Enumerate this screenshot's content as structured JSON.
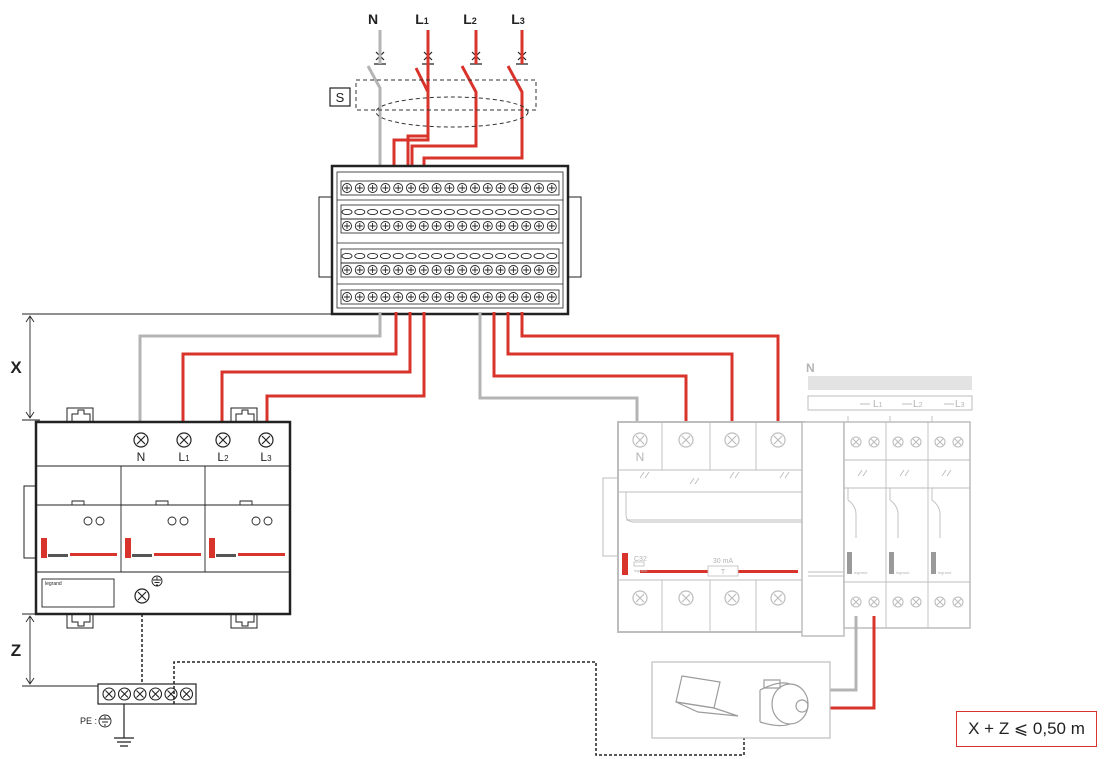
{
  "lines": {
    "neutral": "N",
    "phase1": "L",
    "phase1_sub": "1",
    "phase2": "L",
    "phase2_sub": "2",
    "phase3": "L",
    "phase3_sub": "3"
  },
  "cable_marker": "S",
  "dimensions": {
    "x": "X",
    "z": "Z"
  },
  "spd": {
    "terminals": [
      {
        "label": "N",
        "sub": ""
      },
      {
        "label": "L",
        "sub": "1"
      },
      {
        "label": "L",
        "sub": "2"
      },
      {
        "label": "L",
        "sub": "3"
      }
    ],
    "brand": "legrand"
  },
  "earth_label": "PE :",
  "rcd": {
    "neutral_label": "N",
    "rating": "C32",
    "sensitivity": "30 mA",
    "test_button": "T",
    "brand": "legrand"
  },
  "busbar": {
    "neutral_label": "N",
    "phases": [
      {
        "label": "L",
        "sub": "1"
      },
      {
        "label": "L",
        "sub": "2"
      },
      {
        "label": "L",
        "sub": "3"
      }
    ]
  },
  "mcb_brands": [
    "legrand",
    "legrand",
    "legrand"
  ],
  "formula": "X + Z ⩽ 0,50 m",
  "colors": {
    "phase": "#d9342b",
    "neutral": "#b4b4b4",
    "outline": "#222222",
    "ghost": "#bdbdbd"
  },
  "icons": [
    "laptop-icon",
    "electric-motor-icon",
    "earth-symbol-icon"
  ]
}
